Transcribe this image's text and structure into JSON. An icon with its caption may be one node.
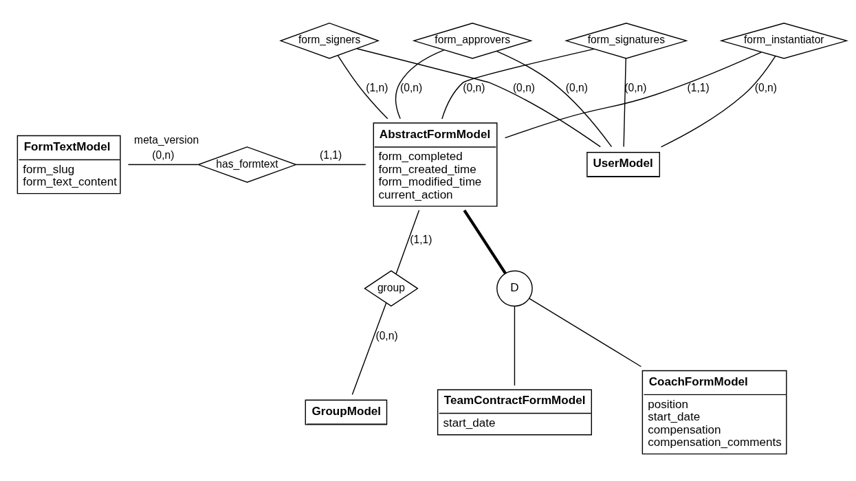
{
  "diagram": {
    "nodes": [
      {
        "text": [
          "FormTextModel",
          "form_slug",
          "form_text_content"
        ]
      },
      {
        "text": [
          "has_formtext"
        ],
        "beside": [
          "meta_version"
        ]
      },
      {
        "text": [
          "AbstractFormModel",
          "form_completed",
          "form_created_time",
          "form_modified_time",
          "current_action"
        ]
      },
      {
        "text": [
          "form_signatures"
        ]
      },
      {
        "text": [
          "form_approvers"
        ]
      },
      {
        "text": [
          "form_signers"
        ]
      },
      {
        "text": [
          "form_instantiator"
        ]
      },
      {
        "text": [
          "UserModel"
        ]
      },
      {
        "text": [
          "group"
        ]
      },
      {
        "text": [
          "GroupModel"
        ]
      },
      {
        "text": [
          "D"
        ]
      },
      {
        "text": [
          "CoachFormModel",
          "position",
          "start_date",
          "compensation",
          "compensation_comments"
        ]
      },
      {
        "text": [
          "TeamContractFormModel",
          "start_date"
        ]
      }
    ],
    "edges": [
      {
        "from": 0,
        "to": 1,
        "arrow": "none",
        "label": "(0,n)"
      },
      {
        "from": 1,
        "to": 2,
        "arrow": "none",
        "label": "(1,1)"
      },
      {
        "from": 3,
        "to": 2,
        "arrow": "none",
        "label": "(0,n)"
      },
      {
        "from": 4,
        "to": 2,
        "arrow": "none",
        "label": "(0,n)"
      },
      {
        "from": 5,
        "to": 2,
        "arrow": "none",
        "label": "(1,n)"
      },
      {
        "from": 6,
        "to": 2,
        "arrow": "none",
        "label": "(1,1)"
      },
      {
        "from": 6,
        "to": 7,
        "arrow": "none",
        "label": "(0,n)"
      },
      {
        "from": 5,
        "to": 7,
        "arrow": "none",
        "label": "(0,n)"
      },
      {
        "from": 4,
        "to": 7,
        "arrow": "none",
        "label": "(0,n)"
      },
      {
        "from": 3,
        "to": 7,
        "arrow": "none",
        "label": "(0,n)"
      },
      {
        "from": 2,
        "to": 8,
        "arrow": "none",
        "label": "(1,1)"
      },
      {
        "from": 8,
        "to": 9,
        "arrow": "none",
        "label": "(0,n)"
      },
      {
        "from": 2,
        "to": 10,
        "arrow": "none",
        "style": "thick"
      },
      {
        "from": 10,
        "to": 11,
        "arrow": "none"
      },
      {
        "from": 10,
        "to": 12,
        "arrow": "none"
      }
    ]
  }
}
